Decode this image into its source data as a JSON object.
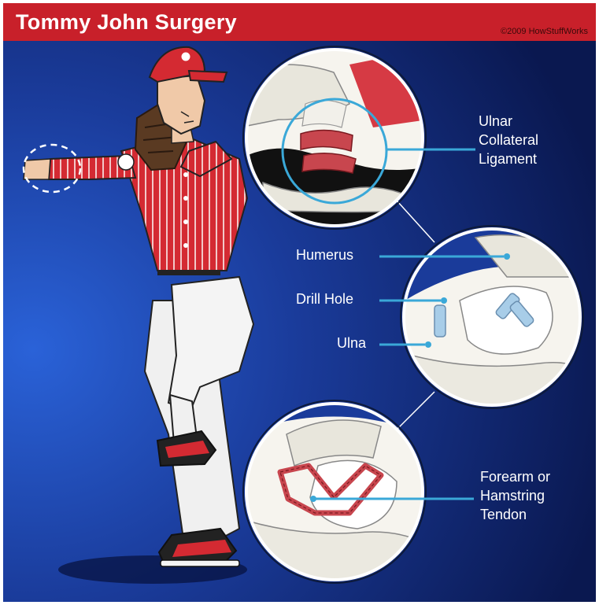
{
  "header": {
    "title": "Tommy John Surgery",
    "copyright": "©2009 HowStuffWorks"
  },
  "labels": {
    "ucl_line1": "Ulnar",
    "ucl_line2": "Collateral",
    "ucl_line3": "Ligament",
    "humerus": "Humerus",
    "drill_hole": "Drill Hole",
    "ulna": "Ulna",
    "tendon_line1": "Forearm or",
    "tendon_line2": "Hamstring",
    "tendon_line3": "Tendon"
  },
  "colors": {
    "header_red": "#c8202a",
    "background_blue_dark": "#0a1850",
    "background_blue_light": "#2050c0",
    "leader_line": "#3aa8d8",
    "jersey_red": "#d42a32",
    "ligament_red": "#c8464e",
    "bone": "#f4f4ee"
  }
}
